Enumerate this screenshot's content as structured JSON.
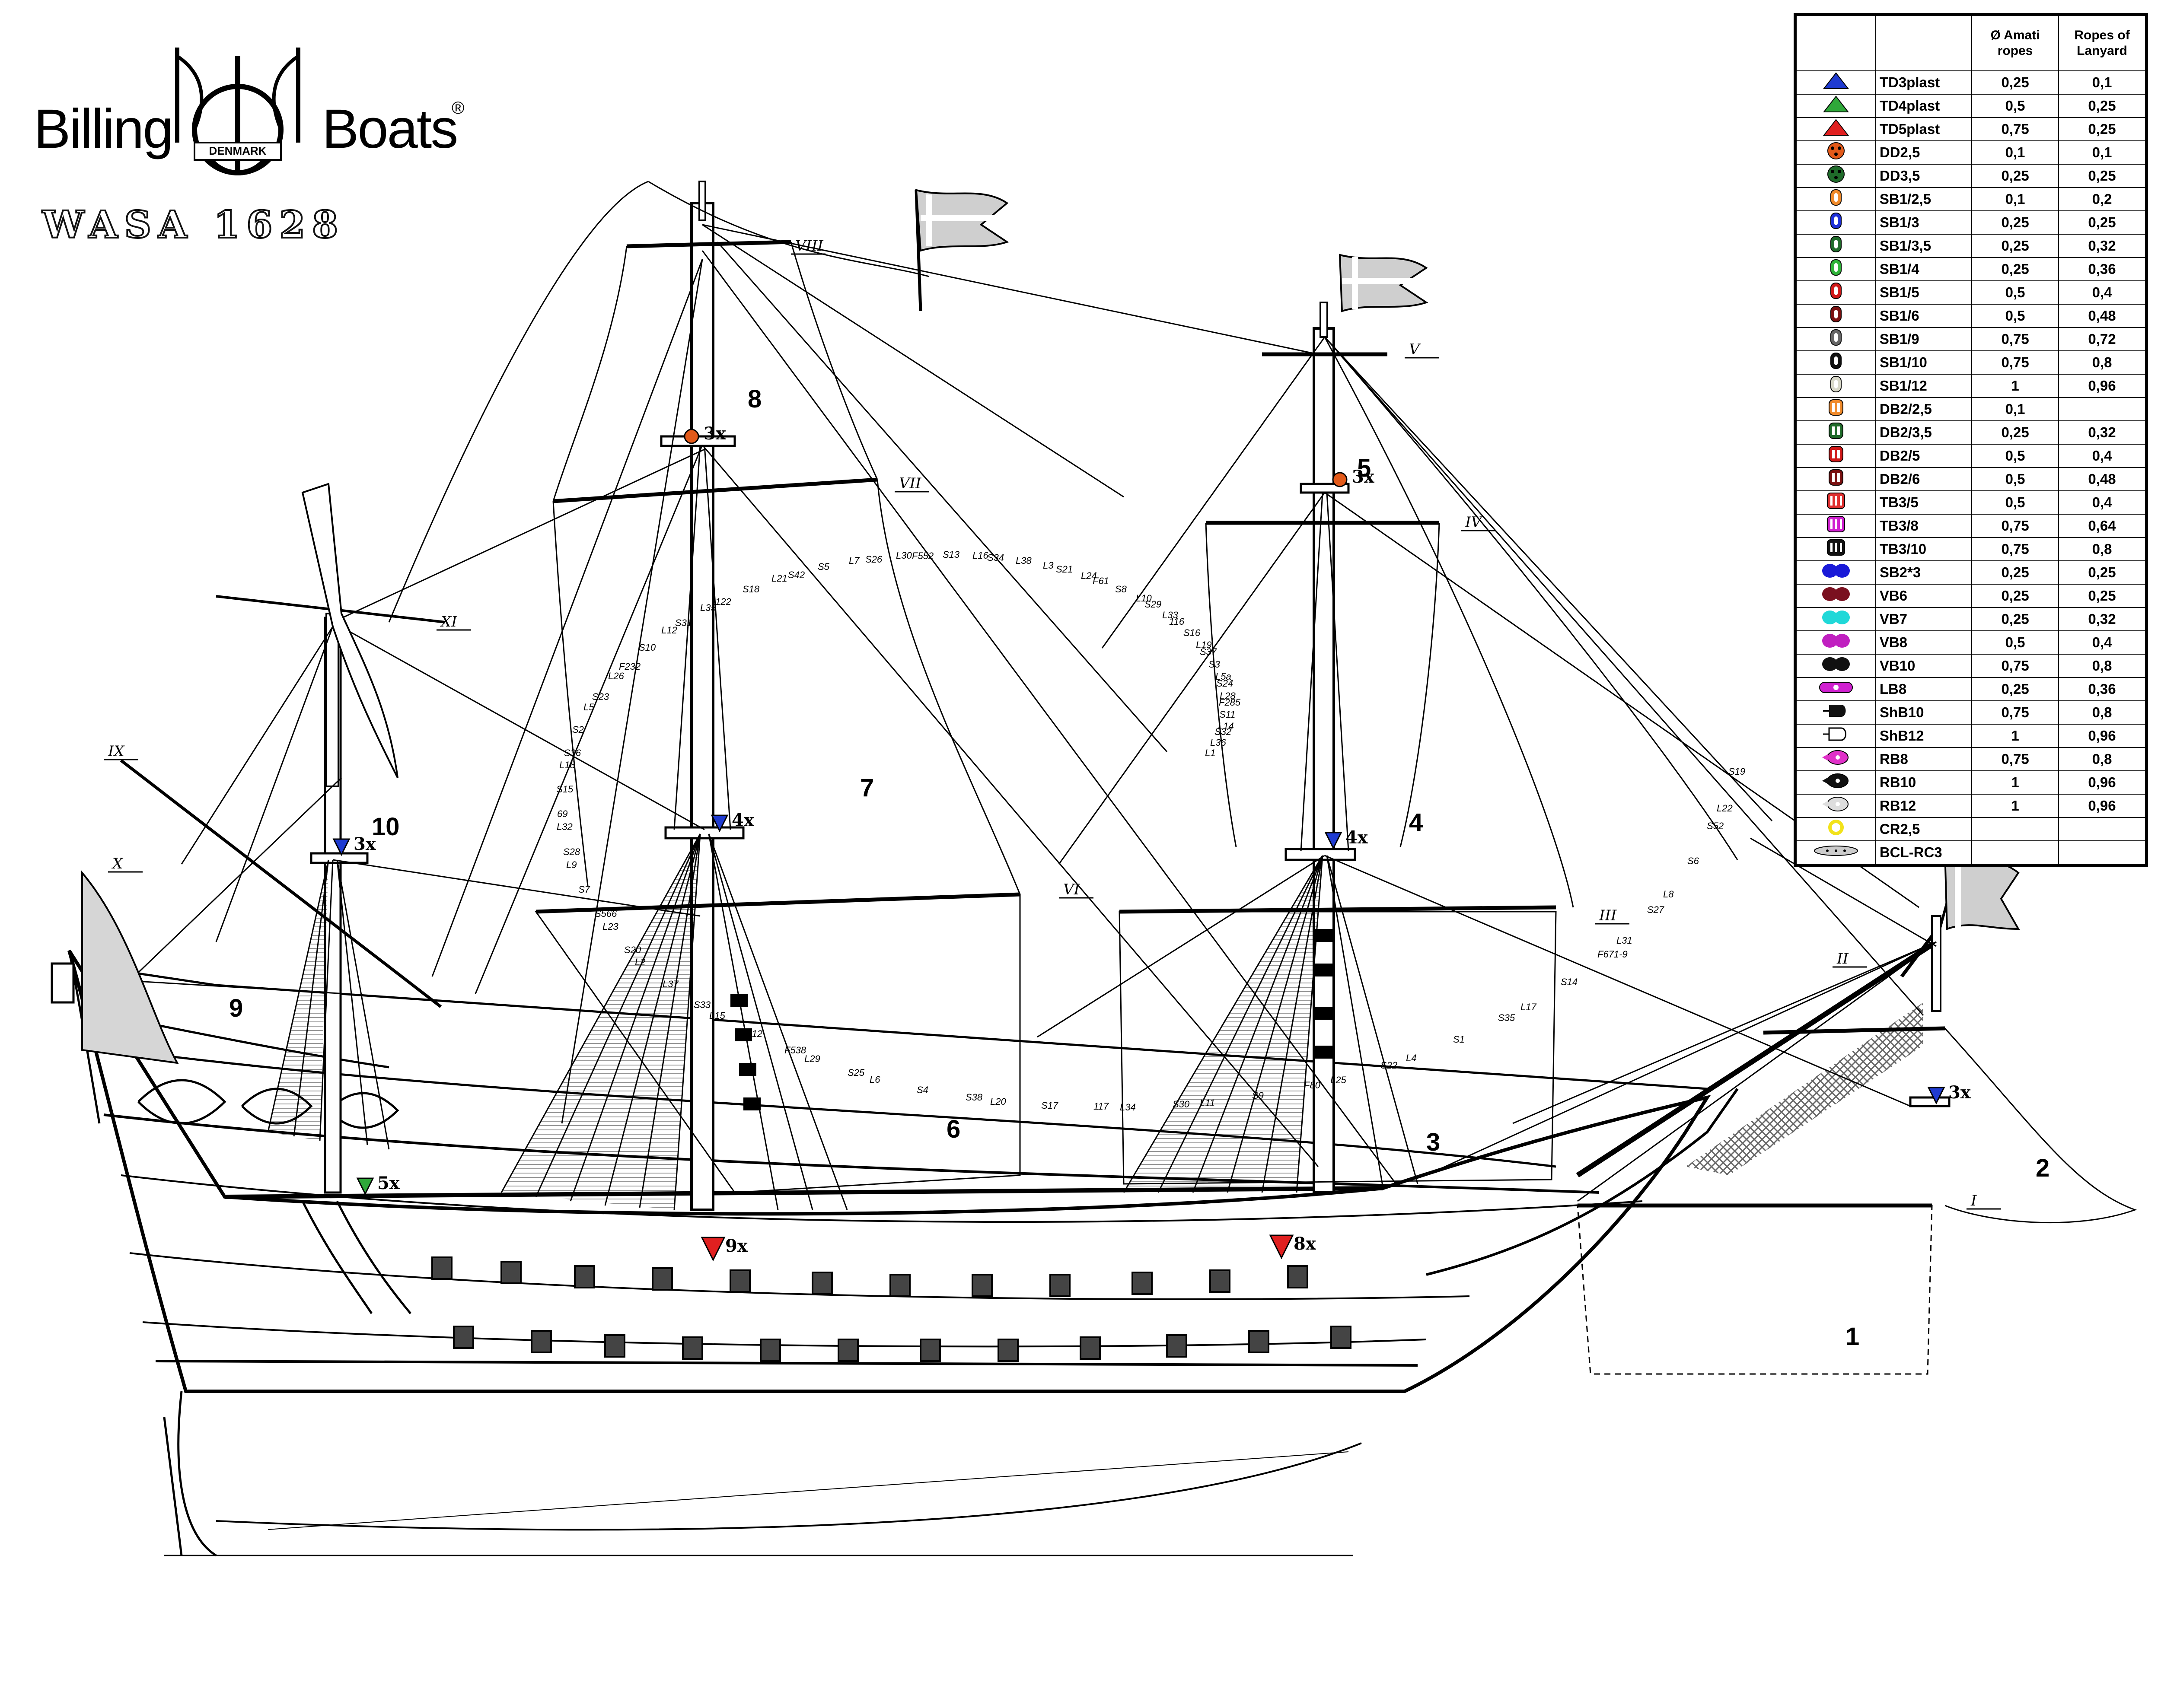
{
  "brand": {
    "left": "Billing",
    "right": "Boats",
    "reg": "®",
    "emblem_text": "DENMARK"
  },
  "model": {
    "title": "WASA 1628"
  },
  "sail_numbers": [
    "1",
    "2",
    "3",
    "4",
    "5",
    "6",
    "7",
    "8",
    "9",
    "10"
  ],
  "callouts": [
    {
      "label": "3x",
      "marker": "DD2,5"
    },
    {
      "label": "3x",
      "marker": "DD2,5"
    },
    {
      "label": "4x",
      "marker": "TD3plast"
    },
    {
      "label": "4x",
      "marker": "TD3plast"
    },
    {
      "label": "3x",
      "marker": "TD3plast"
    },
    {
      "label": "3x",
      "marker": "TD3plast"
    },
    {
      "label": "5x",
      "marker": "TD4plast"
    },
    {
      "label": "9x",
      "marker": "TD5plast"
    },
    {
      "label": "8x",
      "marker": "TD5plast"
    }
  ],
  "yard_numerals": [
    "I",
    "II",
    "III",
    "IV",
    "V",
    "VI",
    "VII",
    "VIII",
    "IX",
    "X",
    "XI"
  ],
  "drawing_labels": [
    "L1",
    "L2",
    "L3",
    "L4",
    "L5",
    "L5a",
    "L6",
    "L7",
    "L8",
    "L9",
    "L10",
    "L11",
    "L12",
    "L14",
    "L15",
    "L16",
    "L17",
    "L18",
    "L19",
    "L20",
    "L21",
    "L22",
    "L23",
    "L24",
    "L25",
    "L26",
    "L28",
    "L29",
    "L30",
    "L31",
    "L32",
    "L33",
    "L34",
    "L35",
    "L36",
    "L37",
    "L38",
    "S1",
    "S2",
    "S3",
    "S4",
    "S5",
    "S6",
    "S7",
    "S8",
    "S9",
    "S10",
    "S11",
    "S12",
    "S13",
    "S14",
    "S15",
    "S16",
    "S17",
    "S18",
    "S19",
    "S20",
    "S21",
    "S22",
    "S23",
    "S24",
    "S25",
    "S26",
    "S27",
    "S28",
    "S29",
    "S30",
    "S31",
    "S32",
    "S33",
    "S34",
    "S35",
    "S36",
    "S37",
    "S38",
    "S42",
    "S52",
    "S566",
    "F61",
    "F80",
    "F232",
    "F285",
    "F538",
    "F552",
    "F671-9",
    "69",
    "116",
    "117",
    "122"
  ],
  "legend": {
    "headers": [
      "",
      "",
      "Ø Amati ropes",
      "Ropes of Lanyard"
    ],
    "rows": [
      {
        "code": "TD3plast",
        "amati": "0,25",
        "lanyard": "0,1",
        "icon": "triangle-blue",
        "color": "#1f3bd1"
      },
      {
        "code": "TD4plast",
        "amati": "0,5",
        "lanyard": "0,25",
        "icon": "triangle-green",
        "color": "#2fa83a"
      },
      {
        "code": "TD5plast",
        "amati": "0,75",
        "lanyard": "0,25",
        "icon": "triangle-red",
        "color": "#e02020"
      },
      {
        "code": "DD2,5",
        "amati": "0,1",
        "lanyard": "0,1",
        "icon": "deadeye-orange",
        "color": "#e35a1a"
      },
      {
        "code": "DD3,5",
        "amati": "0,25",
        "lanyard": "0,25",
        "icon": "deadeye-green",
        "color": "#1f6b2a"
      },
      {
        "code": "SB1/2,5",
        "amati": "0,1",
        "lanyard": "0,2",
        "icon": "block-single",
        "color": "#f08a2a"
      },
      {
        "code": "SB1/3",
        "amati": "0,25",
        "lanyard": "0,25",
        "icon": "block-single",
        "color": "#1d2fd8"
      },
      {
        "code": "SB1/3,5",
        "amati": "0,25",
        "lanyard": "0,32",
        "icon": "block-single",
        "color": "#1f6b2a"
      },
      {
        "code": "SB1/4",
        "amati": "0,25",
        "lanyard": "0,36",
        "icon": "block-single",
        "color": "#2fb33a"
      },
      {
        "code": "SB1/5",
        "amati": "0,5",
        "lanyard": "0,4",
        "icon": "block-single",
        "color": "#d01818"
      },
      {
        "code": "SB1/6",
        "amati": "0,5",
        "lanyard": "0,48",
        "icon": "block-single",
        "color": "#7a1010"
      },
      {
        "code": "SB1/9",
        "amati": "0,75",
        "lanyard": "0,72",
        "icon": "block-single",
        "color": "#666666"
      },
      {
        "code": "SB1/10",
        "amati": "0,75",
        "lanyard": "0,8",
        "icon": "block-single",
        "color": "#111111"
      },
      {
        "code": "SB1/12",
        "amati": "1",
        "lanyard": "0,96",
        "icon": "block-single",
        "color": "#d8d8c8"
      },
      {
        "code": "DB2/2,5",
        "amati": "0,1",
        "lanyard": "",
        "icon": "block-double",
        "color": "#f08a2a"
      },
      {
        "code": "DB2/3,5",
        "amati": "0,25",
        "lanyard": "0,32",
        "icon": "block-double",
        "color": "#1f6b2a"
      },
      {
        "code": "DB2/5",
        "amati": "0,5",
        "lanyard": "0,4",
        "icon": "block-double",
        "color": "#d01818"
      },
      {
        "code": "DB2/6",
        "amati": "0,5",
        "lanyard": "0,48",
        "icon": "block-double",
        "color": "#7a1010"
      },
      {
        "code": "TB3/5",
        "amati": "0,5",
        "lanyard": "0,4",
        "icon": "block-triple",
        "color": "#e03030"
      },
      {
        "code": "TB3/8",
        "amati": "0,75",
        "lanyard": "0,64",
        "icon": "block-triple",
        "color": "#d020d0"
      },
      {
        "code": "TB3/10",
        "amati": "0,75",
        "lanyard": "0,8",
        "icon": "block-triple",
        "color": "#111111"
      },
      {
        "code": "SB2*3",
        "amati": "0,25",
        "lanyard": "0,25",
        "icon": "block-violin",
        "color": "#1a1ad8"
      },
      {
        "code": "VB6",
        "amati": "0,25",
        "lanyard": "0,25",
        "icon": "block-violin",
        "color": "#7a1020"
      },
      {
        "code": "VB7",
        "amati": "0,25",
        "lanyard": "0,32",
        "icon": "block-violin",
        "color": "#20d8d8"
      },
      {
        "code": "VB8",
        "amati": "0,5",
        "lanyard": "0,4",
        "icon": "block-violin",
        "color": "#c020c0"
      },
      {
        "code": "VB10",
        "amati": "0,75",
        "lanyard": "0,8",
        "icon": "block-violin",
        "color": "#111111"
      },
      {
        "code": "LB8",
        "amati": "0,25",
        "lanyard": "0,36",
        "icon": "block-long",
        "color": "#d020d0"
      },
      {
        "code": "ShB10",
        "amati": "0,75",
        "lanyard": "0,8",
        "icon": "block-shoulder",
        "color": "#111111"
      },
      {
        "code": "ShB12",
        "amati": "1",
        "lanyard": "0,96",
        "icon": "block-shoulder-outline",
        "color": "#ffffff"
      },
      {
        "code": "RB8",
        "amati": "0,75",
        "lanyard": "0,8",
        "icon": "block-round",
        "color": "#e030c8"
      },
      {
        "code": "RB10",
        "amati": "1",
        "lanyard": "0,96",
        "icon": "block-round",
        "color": "#111111"
      },
      {
        "code": "RB12",
        "amati": "1",
        "lanyard": "0,96",
        "icon": "block-round",
        "color": "#dddddd"
      },
      {
        "code": "CR2,5",
        "amati": "",
        "lanyard": "",
        "icon": "ring",
        "color": "#f2e21a"
      },
      {
        "code": "BCL-RC3",
        "amati": "",
        "lanyard": "",
        "icon": "cleat",
        "color": "#cccccc"
      }
    ]
  }
}
